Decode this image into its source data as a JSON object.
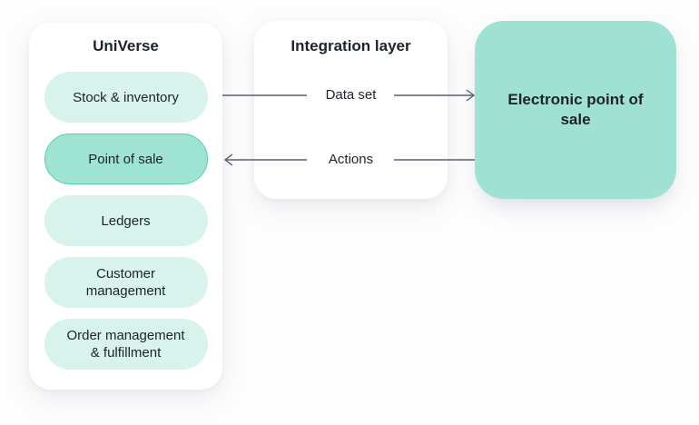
{
  "universe": {
    "title": "UniVerse",
    "modules": [
      {
        "label": "Stock & inventory",
        "highlighted": false
      },
      {
        "label": "Point of sale",
        "highlighted": true
      },
      {
        "label": "Ledgers",
        "highlighted": false
      },
      {
        "label": "Customer management",
        "highlighted": false
      },
      {
        "label": "Order management & fulfillment",
        "highlighted": false
      }
    ]
  },
  "integration": {
    "title": "Integration layer",
    "flows": [
      {
        "label": "Data set",
        "direction": "universe-to-epos"
      },
      {
        "label": "Actions",
        "direction": "epos-to-universe"
      }
    ]
  },
  "target": {
    "title": "Electronic point of sale"
  },
  "colors": {
    "pill_bg": "#d7f3ec",
    "pill_highlight_bg": "#9fe3d3",
    "pill_highlight_border": "#55d0b1",
    "target_bg": "#9fe2d4",
    "arrow": "#55616e",
    "text": "#1d232c",
    "card_bg": "#ffffff",
    "page_bg": "#fdfdfe"
  }
}
